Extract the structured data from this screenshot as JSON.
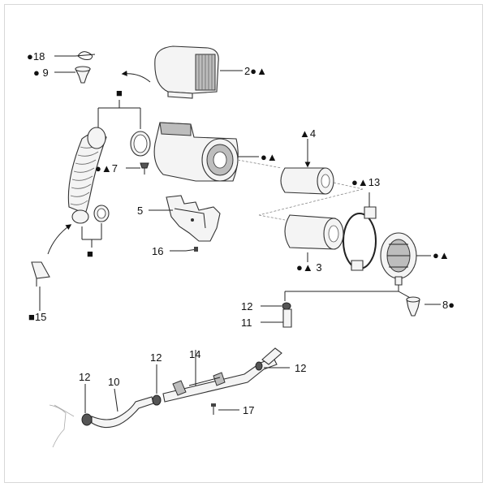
{
  "labels": {
    "p18": "●18",
    "p9": "● 9",
    "p2": "2●▲",
    "p4": "▲4",
    "housing": "●▲",
    "p7": "●▲7",
    "p13": "●▲13",
    "p5": "5",
    "p16": "16",
    "p3": "●▲ 3",
    "cover": "●▲",
    "p15": "■15",
    "p12a": "12",
    "p8": "8●",
    "p11": "11",
    "p14": "14",
    "p12b": "12",
    "p12c": "12",
    "p12d": "12",
    "p10": "10",
    "p17": "17",
    "sq_top": "■",
    "sq_bottom": "■"
  }
}
